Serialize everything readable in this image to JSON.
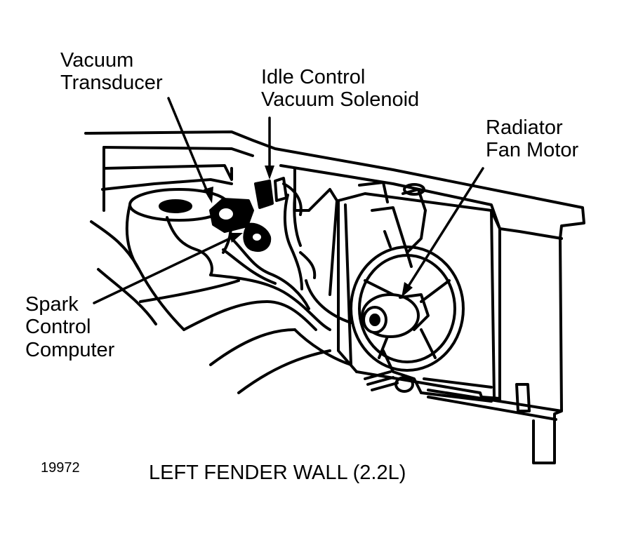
{
  "labels": {
    "vacuum_transducer": [
      "Vacuum",
      "Transducer"
    ],
    "idle_control_solenoid": [
      "Idle Control",
      "Vacuum Solenoid"
    ],
    "radiator_fan_motor": [
      "Radiator",
      "Fan Motor"
    ],
    "spark_control_computer": [
      "Spark",
      "Control",
      "Computer"
    ]
  },
  "figure_number": "19972",
  "caption": "LEFT FENDER WALL (2.2L)",
  "colors": {
    "ink": "#000000",
    "paper": "#ffffff"
  }
}
